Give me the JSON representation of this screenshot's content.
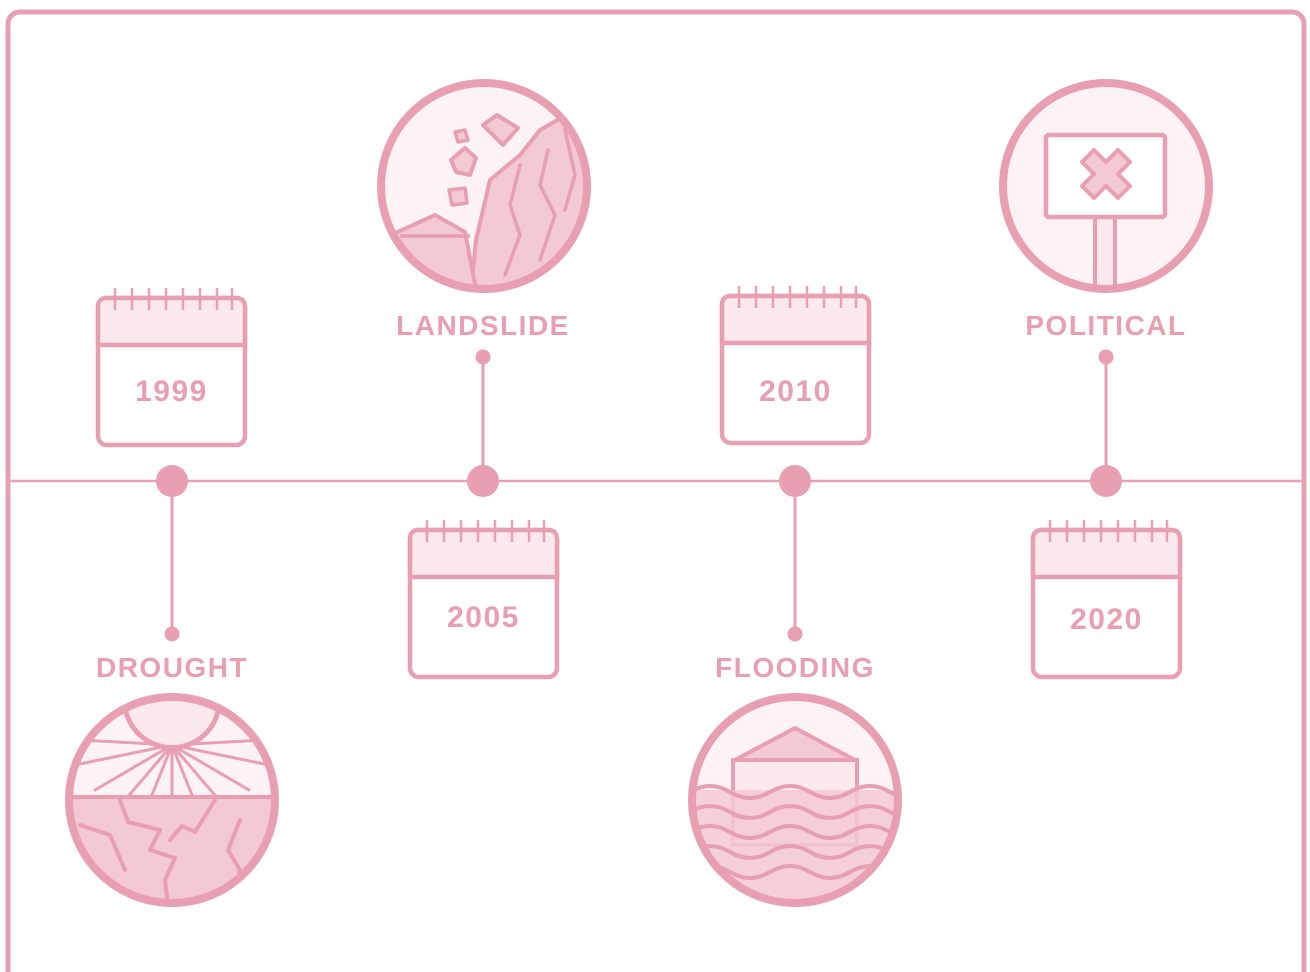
{
  "theme": {
    "primary": "#e89fb1",
    "fill_light": "#fbe9ee",
    "fill_mid": "#f3c9d4",
    "fill_soft": "#fdf3f6",
    "background": "#ffffff"
  },
  "events": [
    {
      "year": "1999",
      "label": "DROUGHT",
      "icon": "drought-icon"
    },
    {
      "year": "2005",
      "label": "LANDSLIDE",
      "icon": "landslide-icon"
    },
    {
      "year": "2010",
      "label": "FLOODING",
      "icon": "flooding-icon"
    },
    {
      "year": "2020",
      "label": "POLITICAL",
      "icon": "protest-sign-icon"
    }
  ]
}
